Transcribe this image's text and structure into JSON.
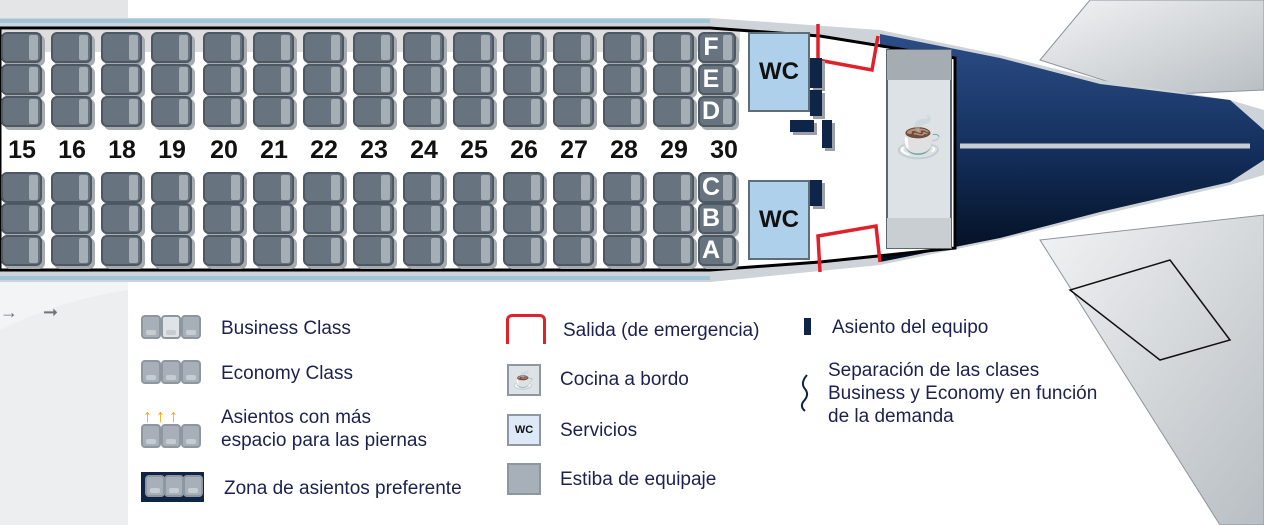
{
  "seatmap": {
    "row_numbers": [
      "15",
      "16",
      "18",
      "19",
      "20",
      "21",
      "22",
      "23",
      "24",
      "25",
      "26",
      "27",
      "28",
      "29",
      "30"
    ],
    "last_row_letters_upper": [
      "F",
      "E",
      "D"
    ],
    "last_row_letters_lower": [
      "C",
      "B",
      "A"
    ],
    "wc_label": "WC"
  },
  "legend": {
    "business": "Business Class",
    "economy": "Economy Class",
    "extra_legroom_line1": "Asientos con más",
    "extra_legroom_line2": "espacio para las piernas",
    "preferred_zone": "Zona de asientos preferente",
    "exit": "Salida (de emergencia)",
    "galley": "Cocina a bordo",
    "toilets": "Servicios",
    "wc_icon_label": "WC",
    "stowage": "Estiba de equipaje",
    "crew_seat": "Asiento del equipo",
    "class_divider_line1": "Separación de las clases",
    "class_divider_line2": "Business y Economy en función",
    "class_divider_line3": "de la demanda"
  },
  "colors": {
    "navy": "#0f2547",
    "exit": "#e0202a",
    "seat": "#67737e",
    "wc": "#aed0ea",
    "arrow": "#f4a300"
  }
}
